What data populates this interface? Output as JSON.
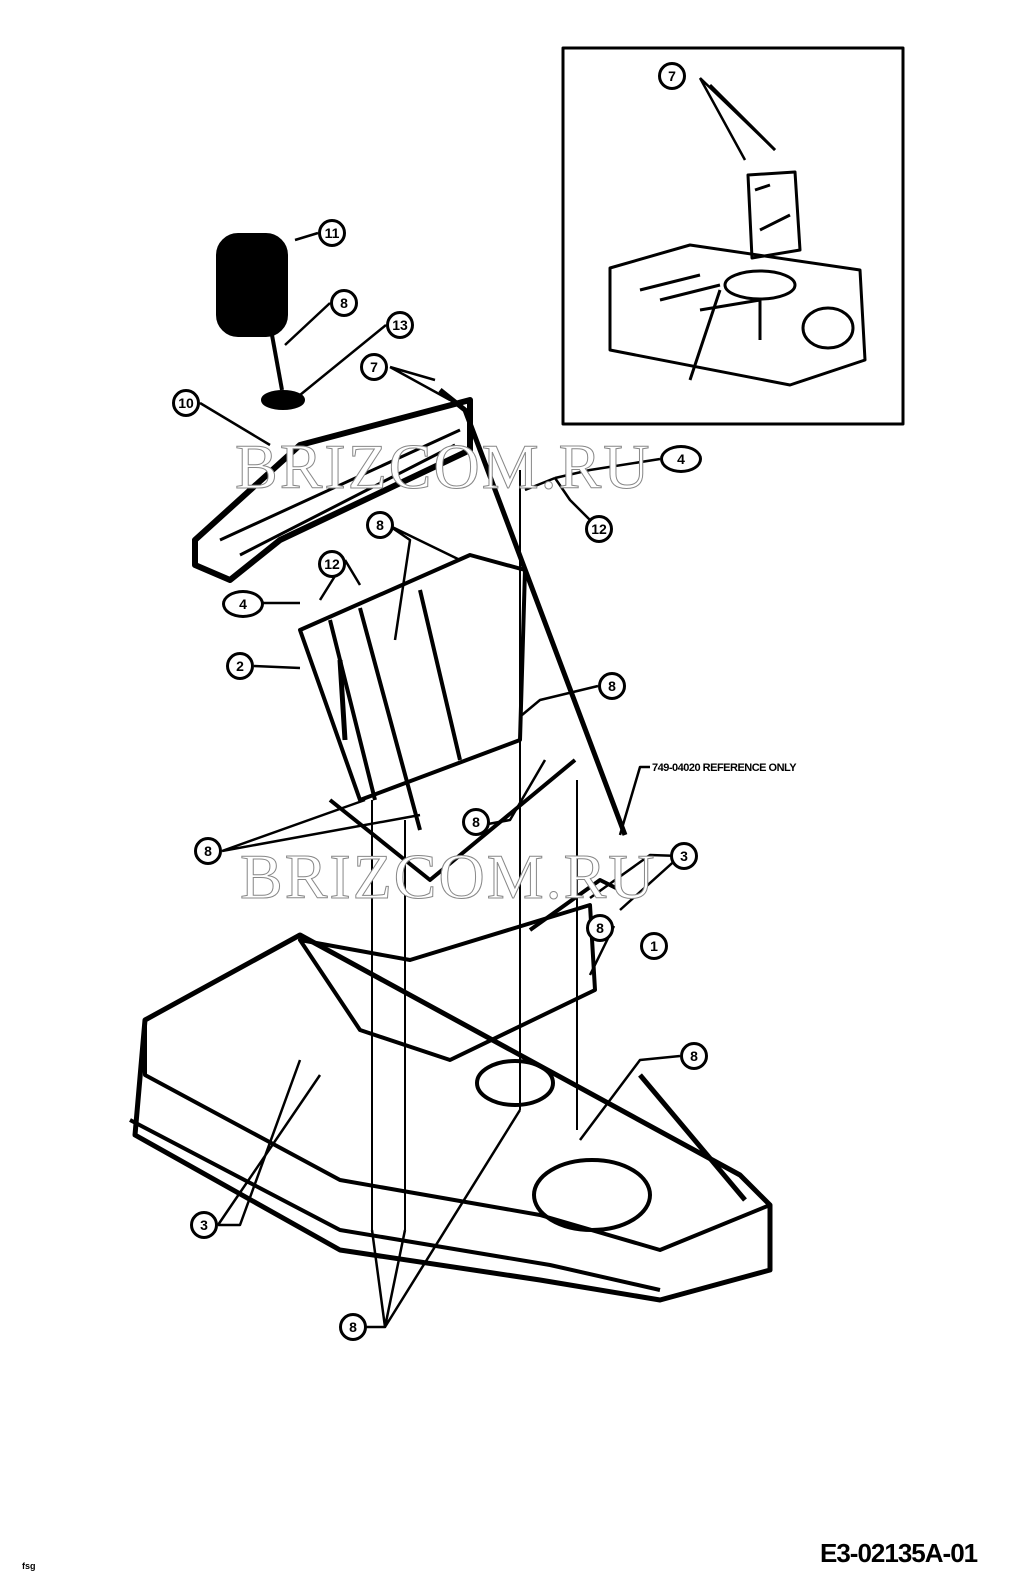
{
  "diagram": {
    "part_number": "E3-02135A-01",
    "corner_mark": "fsg",
    "reference_note": "749-04020 REFERENCE ONLY",
    "watermark": "BRIZCOM.RU",
    "callouts": [
      "11",
      "8",
      "13",
      "7",
      "10",
      "4",
      "12",
      "12",
      "4",
      "8",
      "2",
      "8",
      "8",
      "8",
      "8",
      "3",
      "1",
      "8",
      "3",
      "8",
      "7"
    ]
  }
}
